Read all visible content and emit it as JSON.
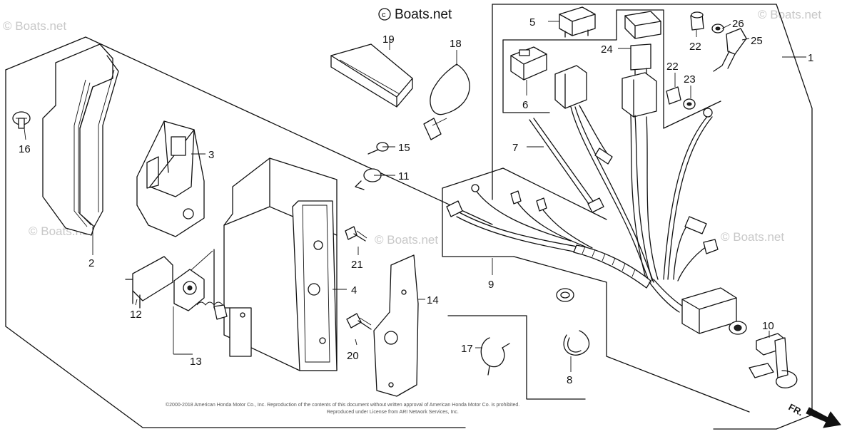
{
  "watermark": {
    "text": "© Boats.net",
    "header_text": "Boats.net"
  },
  "parts": [
    "1",
    "2",
    "3",
    "4",
    "5",
    "6",
    "7",
    "8",
    "9",
    "10",
    "11",
    "12",
    "13",
    "14",
    "15",
    "16",
    "17",
    "18",
    "19",
    "20",
    "21",
    "22",
    "22",
    "23",
    "24",
    "25",
    "26"
  ],
  "copyright_line_1": "©2000-2018 American Honda Motor Co., Inc. Reproduction of the contents of this document without written approval of American Honda Motor Co. is prohibited.",
  "copyright_line_2": "Reproduced under License from ARI Network Services, Inc.",
  "direction_label": "FR."
}
